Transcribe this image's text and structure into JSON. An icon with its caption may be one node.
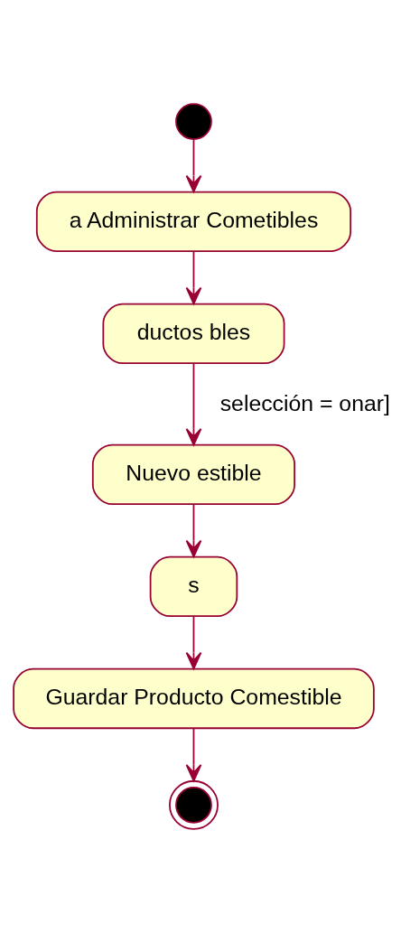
{
  "diagram": {
    "nodes": [
      {
        "text": [],
        "shape": "circle"
      },
      {
        "text": [
          "a Administrar Cometibles"
        ]
      },
      {
        "text": [
          "ductos bles"
        ]
      },
      {
        "text": [
          "Nuevo estible"
        ]
      },
      {
        "text": [
          "s"
        ]
      },
      {
        "text": [
          "Guardar Producto Comestible"
        ]
      },
      {
        "text": [],
        "shape": "circle"
      }
    ],
    "edges": [
      {
        "from": 0,
        "to": 1,
        "arrow": "to"
      },
      {
        "from": 1,
        "to": 2,
        "arrow": "to"
      },
      {
        "from": 2,
        "to": 3,
        "arrow": "to",
        "label": "selección = onar]"
      },
      {
        "from": 3,
        "to": 4,
        "arrow": "to"
      },
      {
        "from": 4,
        "to": 5,
        "arrow": "to"
      },
      {
        "from": 5,
        "to": 6,
        "arrow": "to"
      }
    ]
  }
}
